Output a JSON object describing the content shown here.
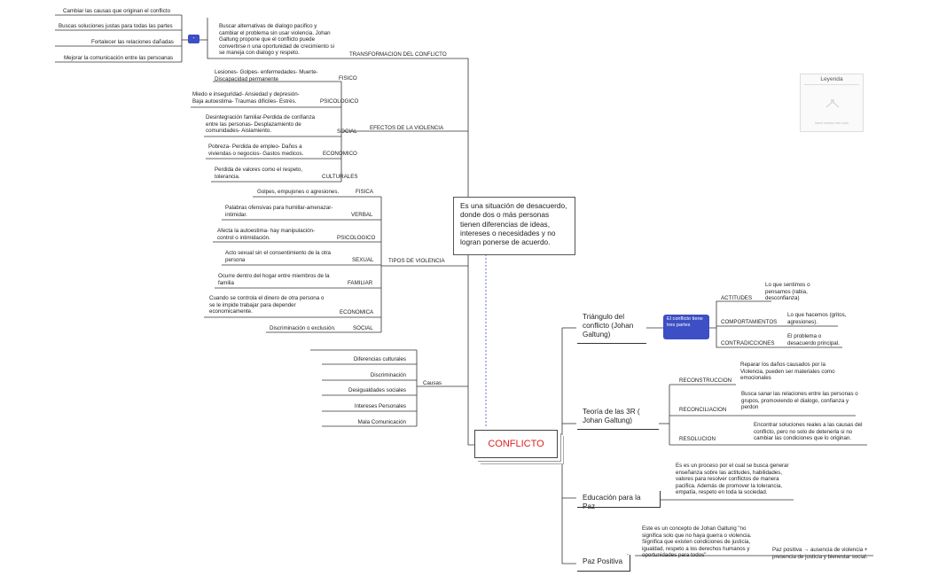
{
  "root": "CONFLICTO",
  "definition": "Es una situación de desacuerdo, donde dos o más personas tienen diferencias de ideas, intereses o necesidades y no logran ponerse de acuerdo.",
  "legend": {
    "title": "Leyenda",
    "subtitle": "Insert marker into topic"
  },
  "collapse_label": "-",
  "transformacion": {
    "label": "TRANSFORMACION DEL CONFLICTO",
    "note": "Buscar alternativas de dialogo pacifico y cambiar el problema sin usar violencia. Johan Galtung propone que el conflicto puede convertirse n una oportunidad de crecimiento si se maneja con dialogo y respeto.",
    "items": [
      "Cambiar las causas que originan el conflicto",
      "Buscas soluciones justas para todas las partes",
      "Fortalecer las relaciones dañadas",
      "Mejorar la comunicación entre las persoanas"
    ]
  },
  "efectos": {
    "label": "EFECTOS DE LA VIOLENCIA",
    "items": [
      {
        "label": "FISICO",
        "desc": "Lesiones- Golpes- enfermedades- Muerte- Discapacidad permanente"
      },
      {
        "label": "PSICOLOGICO",
        "desc": "Miedo e inseguridad- Ansiedad y depresión- Baja autoestima- Traumas dificiles- Estrés."
      },
      {
        "label": "SOCIAL",
        "desc": "Desintegración familiar-Perdida de confianza entre las personas- Desplazamiento de comunidades- Aislamiento."
      },
      {
        "label": "ECONOMICO",
        "desc": "Pobreza- Perdida de empleo- Daños a viviendas o negocios- Gastos medicos."
      },
      {
        "label": "CULTURALES",
        "desc": "Perdida de valores como el respeto, tolerancia."
      }
    ]
  },
  "tipos": {
    "label": "TIPOS DE VIOLENCIA",
    "items": [
      {
        "label": "FISICA",
        "desc": "Golpes, empujones o agresiones."
      },
      {
        "label": "VERBAL",
        "desc": "Palabras ofensivas para humillar-amenazar-intimidar."
      },
      {
        "label": "PSICOLOGICO",
        "desc": "Afecta la autoestima- hay manipulación-control o intimidación."
      },
      {
        "label": "SEXUAL",
        "desc": "Acto sexual sin el consentimiento de la otra persona"
      },
      {
        "label": "FAMILIAR",
        "desc": "Ocurre dentro del hogar entre miembros de la familia"
      },
      {
        "label": "ECONOMICA",
        "desc": "Cuando se controla el dinero de otra persona o se le impide trabajar para depender economicamente."
      },
      {
        "label": "SOCIAL",
        "desc": "Discriminación o exclusión."
      }
    ]
  },
  "causas": {
    "label": "Causas",
    "items": [
      "Diferencias culturales",
      "Discriminación",
      "Desigualdades sociales",
      "Intereses Personales",
      "Mala Comunicación"
    ]
  },
  "triangulo": {
    "label": "Triángulo del conflicto (Johan Galtung)",
    "callout": "El conflicto tiene tres partes",
    "items": [
      {
        "label": "ACTITUDES",
        "desc": "Lo que sentimos o pensamos (rabia, desconfianza)"
      },
      {
        "label": "COMPORTAMIENTOS",
        "desc": "Lo que hacemos (gritos, agresiones)."
      },
      {
        "label": "CONTRADICCIONES",
        "desc": "El problema o desacuerdo principal."
      }
    ]
  },
  "teoria": {
    "label": "Teoría de las 3R ( Johan Galtung)",
    "items": [
      {
        "label": "RECONSTRUCCION",
        "desc": "Reparar los daños causados por la Violencia, pueden ser materiales como emocionales"
      },
      {
        "label": "RECONCILIACION",
        "desc": "Busca sanar las relaciones entre las personas o grupos, promoviendo el dialogo, confianza y perdon"
      },
      {
        "label": "RESOLUCION",
        "desc": "Encontrar soluciones reales a las causas del conflicto, pero no solo de detenerla si no cambiar las condiciones que lo originan."
      }
    ]
  },
  "educacion": {
    "label": "Educación para la Paz",
    "desc": "Es es un proceso por el cual se busca generar enseñanza sobre las actitudes, habilidades, valores para resolver conflictos de manera pacifica. Además de promover la tolerancia, empatía, respeto en toda la sociedad."
  },
  "paz": {
    "label": "Paz Positiva",
    "desc": "Este es un concepto de Johan Galtung \"no significa solo que no haya guerra o violencia. Significa que existen condiciones de justicia, igualdad, respeto a los derechos humanos y oportunidades para todos\"",
    "extra": "Paz positiva → ausencia de violencia + presencia de justicia y bienestar social."
  }
}
